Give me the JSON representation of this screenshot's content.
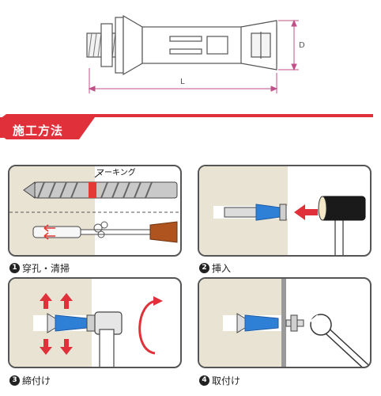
{
  "header": {
    "title": "施工方法"
  },
  "dimensions": {
    "diameter_label": "D",
    "length_label": "L"
  },
  "steps": [
    {
      "number": "1",
      "label": "穿孔・清掃",
      "callout": "マーキング"
    },
    {
      "number": "2",
      "label": "挿入"
    },
    {
      "number": "3",
      "label": "締付け"
    },
    {
      "number": "4",
      "label": "取付け"
    }
  ],
  "colors": {
    "accent": "#e0303a",
    "dimension_line": "#c0508a",
    "anchor_blue": "#2e7fd6",
    "wall": "#e9e3d3",
    "marking": "#e53935",
    "hammer_head": "#1a1a1a",
    "handle_brown": "#b0541f"
  },
  "icons": [
    "anchor-bolt-icon",
    "drill-bit-icon",
    "blower-nozzle-icon",
    "hammer-icon",
    "arrow-left-icon",
    "expand-arrows-icon",
    "socket-wrench-icon",
    "rotate-arrow-icon",
    "spanner-icon"
  ]
}
